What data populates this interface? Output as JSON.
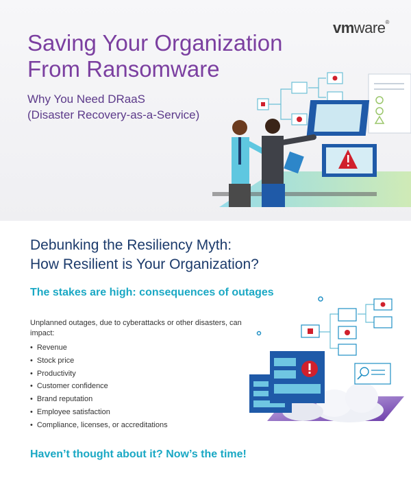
{
  "brand": {
    "logo_bold": "vm",
    "logo_light": "ware",
    "logo_mark": "®"
  },
  "hero": {
    "title": "Saving Your Organization From Ransomware",
    "subtitle_line1": "Why You Need DRaaS",
    "subtitle_line2": "(Disaster Recovery-as-a-Service)"
  },
  "section": {
    "title_line1": "Debunking the Resiliency Myth:",
    "title_line2": "How Resilient is Your Organization?",
    "stakes_heading": "The stakes are high: consequences of outages",
    "impact_intro": "Unplanned outages, due to cyberattacks or other disasters, can impact:",
    "impacts": [
      "Revenue",
      "Stock price",
      "Productivity",
      "Customer confidence",
      "Brand reputation",
      "Employee satisfaction",
      "Compliance, licenses, or accreditations"
    ],
    "cta_heading": "Haven’t thought about it? Now’s the time!"
  },
  "icons": {
    "hero_illustration": "people-presenting-ransomware-alert-illustration",
    "section_illustration": "cloud-servers-ransomware-alert-illustration"
  },
  "colors": {
    "title_purple": "#7b3fa0",
    "heading_navy": "#1b3a6b",
    "accent_teal": "#1aa8c4",
    "alert_red": "#d0202c"
  }
}
